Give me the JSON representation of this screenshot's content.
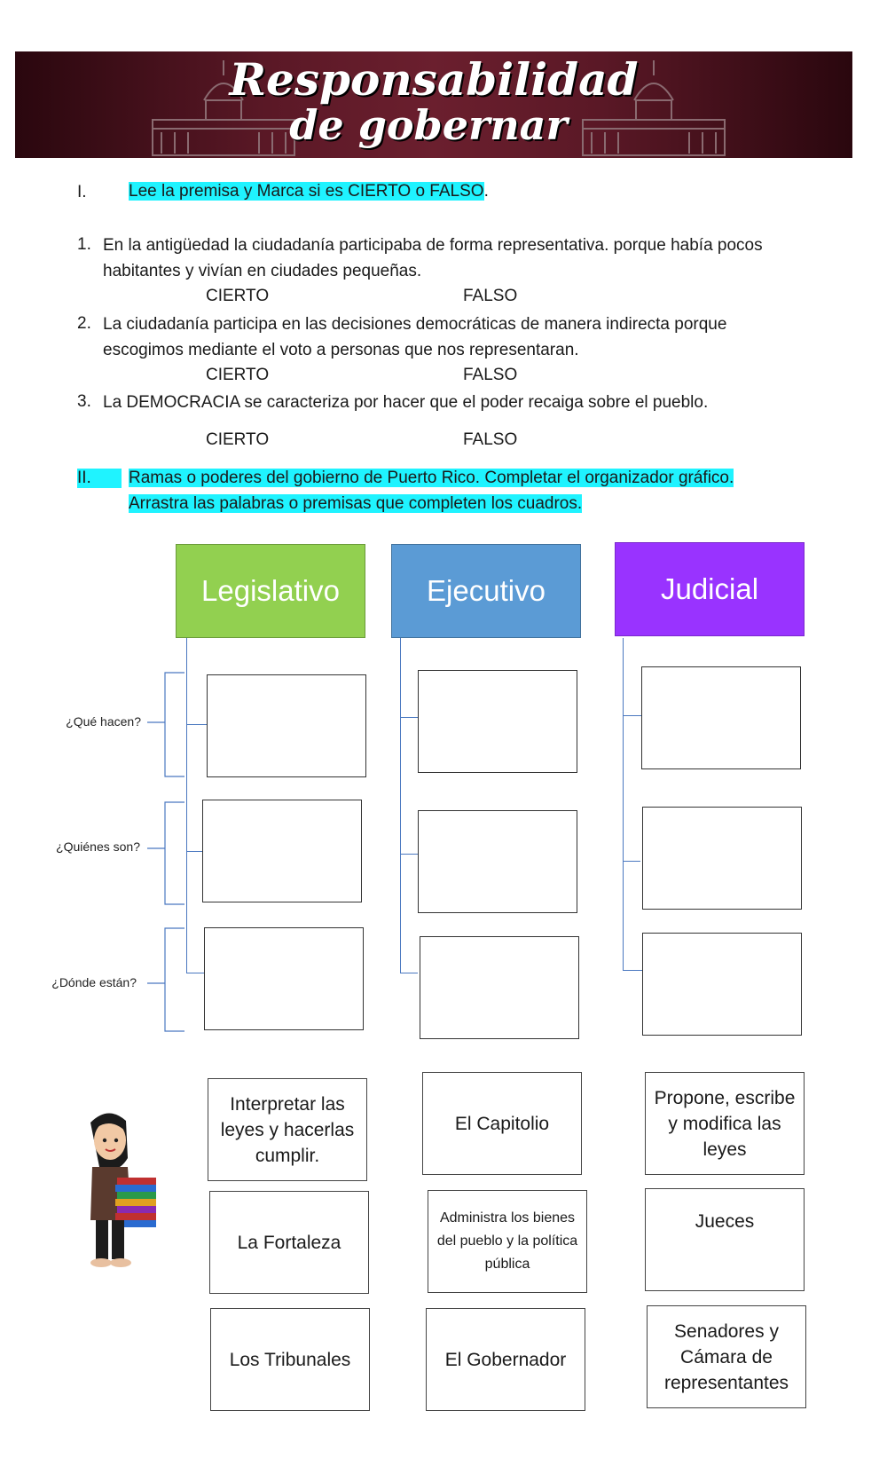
{
  "banner": {
    "title_line1": "Responsabilidad",
    "title_line2": "de gobernar"
  },
  "section1": {
    "numeral": "I.",
    "instruction": "Lee la premisa y Marca si es CIERTO o FALSO",
    "trailing_period": ".",
    "questions": [
      {
        "number": "1.",
        "line1": "En la antigüedad la ciudadanía participaba de forma representativa. porque había pocos",
        "line2": "habitantes y vivían en ciudades pequeñas.",
        "opt_true": "CIERTO",
        "opt_false": "FALSO"
      },
      {
        "number": "2.",
        "line1": "La ciudadanía participa en las decisiones democráticas de manera indirecta porque",
        "line2": "escogimos mediante el voto a personas que nos representaran.",
        "opt_true": "CIERTO",
        "opt_false": "FALSO"
      },
      {
        "number": "3.",
        "line1": "La DEMOCRACIA se caracteriza por hacer que el poder recaiga sobre el pueblo.",
        "line2": "",
        "opt_true": "CIERTO",
        "opt_false": "FALSO"
      }
    ]
  },
  "section2": {
    "numeral": "II.",
    "line1": "Ramas o poderes del gobierno de Puerto Rico. Completar el organizador gráfico.",
    "line2": "Arrastra las palabras o premisas que completen los cuadros."
  },
  "organizer": {
    "branches": [
      {
        "label": "Legislativo",
        "color": "#92d050"
      },
      {
        "label": "Ejecutivo",
        "color": "#5b9bd5"
      },
      {
        "label": "Judicial",
        "color": "#9933ff"
      }
    ],
    "rows": [
      "¿Qué hacen?",
      "¿Quiénes son?",
      "¿Dónde están?"
    ]
  },
  "cards": [
    "Interpretar las leyes y hacerlas cumplir.",
    "El Capitolio",
    "Propone, escribe y modifica las leyes",
    "La Fortaleza",
    "Administra los bienes del pueblo y la política pública",
    "Jueces",
    "Los Tribunales",
    "El Gobernador",
    "Senadores y Cámara de representantes"
  ]
}
